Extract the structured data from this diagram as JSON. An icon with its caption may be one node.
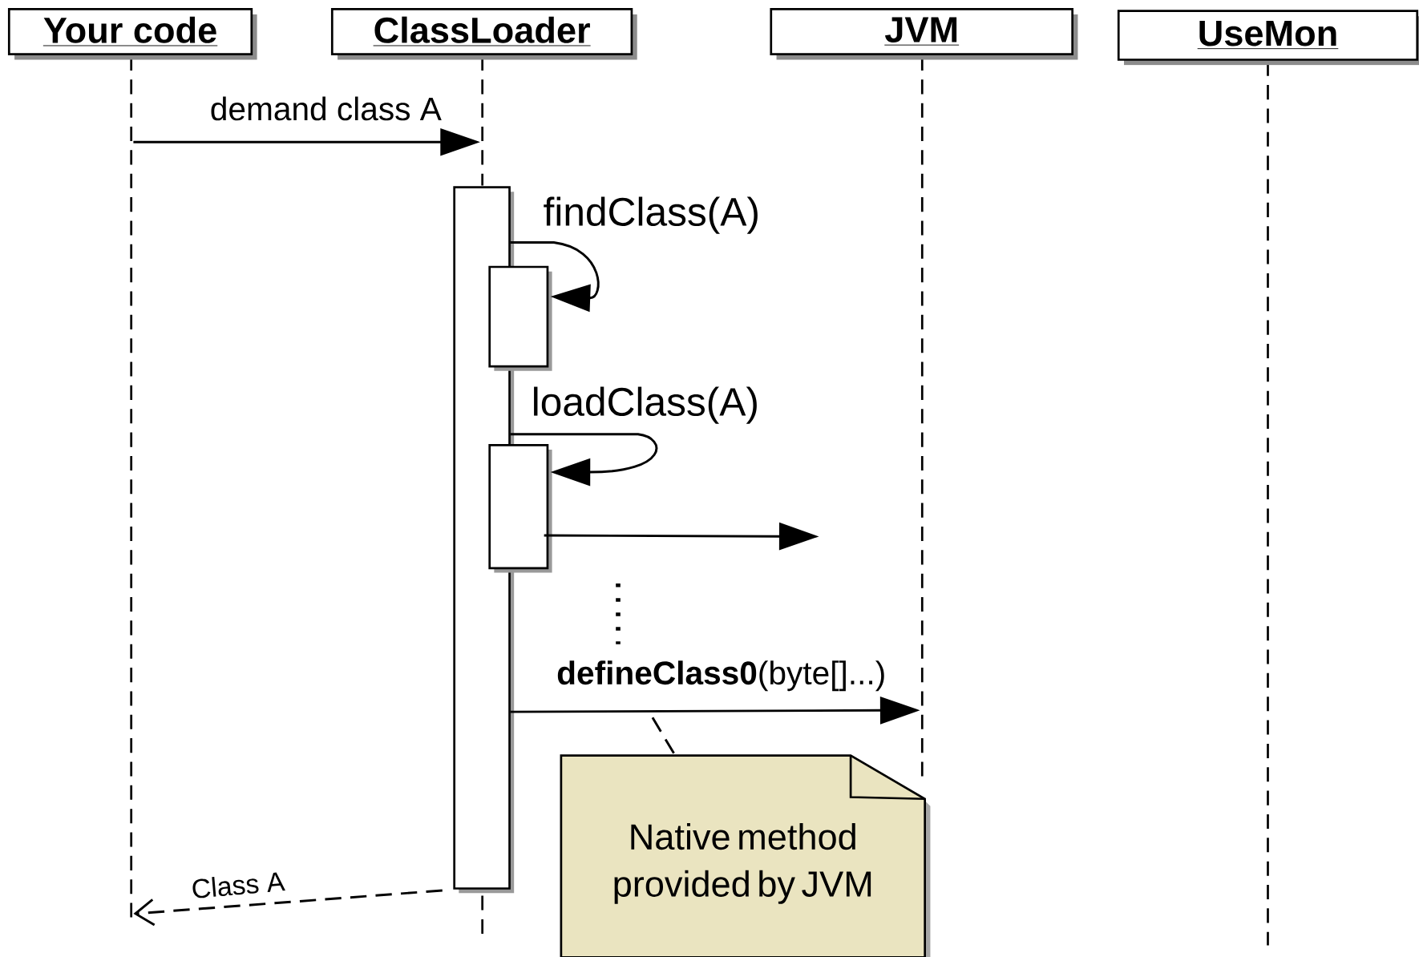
{
  "diagram": {
    "nodes": [
      {
        "text": [
          "Your code"
        ]
      },
      {
        "text": [
          "ClassLoader"
        ]
      },
      {
        "text": [
          "JVM"
        ]
      },
      {
        "text": [
          "UseMon"
        ]
      },
      {
        "text": [],
        "shape": "bar"
      },
      {
        "text": [],
        "shape": "bar"
      },
      {
        "text": [],
        "shape": "bar"
      },
      {
        "text": [
          "Native method provided by JVM"
        ]
      },
      {
        "text": [],
        "shape": "line"
      },
      {
        "text": [],
        "shape": "line"
      },
      {
        "text": [],
        "shape": "line"
      },
      {
        "text": [],
        "shape": "line"
      }
    ],
    "edges": [
      {
        "from": 8,
        "to": 9,
        "arrow": "to",
        "label": "demand class A"
      },
      {
        "from": 4,
        "to": 5,
        "arrow": "to",
        "label": "findClass(A)"
      },
      {
        "from": 4,
        "to": 6,
        "arrow": "to",
        "label": "loadClass(A)"
      },
      {
        "from": 6,
        "to": null,
        "arrow": "to"
      },
      {
        "from": 4,
        "to": 10,
        "arrow": "to",
        "label": "**defineClass0**(byte[]...)"
      },
      {
        "from": 7,
        "to": null,
        "arrow": "none",
        "style": "dashed"
      },
      {
        "from": 4,
        "to": 8,
        "arrow": "to",
        "style": "dashed",
        "label": "Class A"
      }
    ]
  }
}
